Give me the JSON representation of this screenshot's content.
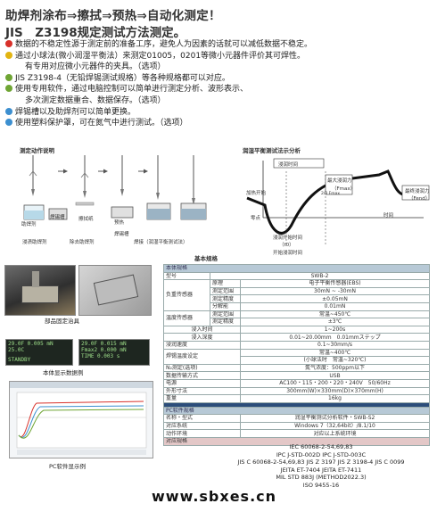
{
  "header": {
    "title_line1": "助焊剂涂布⇒擦拭⇒预热⇒自动化测定！",
    "title_line2": "JIS　Z3198规定测试方法测定。"
  },
  "colors": {
    "red": "#d8312a",
    "yellow": "#e2b411",
    "green": "#6fa534",
    "blue": "#3c8fd0",
    "navy": "#2c4d7a"
  },
  "bullets": [
    {
      "color": "red",
      "text": "数据的不稳定性源于测定前的准备工序，避免人为因素的话就可以减低数据不稳定。"
    },
    {
      "color": "yellow",
      "text": "通过小球法(微小润湿平衡法）来测定01005，0201等微小元器件评价其可焊性。",
      "cont": "有专用对应微小元器件的夹具。（选项）"
    },
    {
      "color": "green",
      "text": "JIS Z3198-4（无铅焊锡测试规格）等各种规格都可以对应。"
    },
    {
      "color": "green",
      "text": "使用专用软件，通过电脑控制可以简单进行测定分析、波形表示、",
      "cont": "多次测定数据重合、数据保存。（选项）"
    },
    {
      "color": "blue",
      "text": "焊锡槽以及助焊剂可以简单更换。"
    },
    {
      "color": "blue",
      "text": "使用塑料保护罩，可在氮气中进行测试。（选项）"
    }
  ],
  "diagram": {
    "title": "测定动作说明",
    "labels": [
      "助焊剂",
      "焊锡槽",
      "擦拭纸",
      "焊锡槽",
      "浸渍助焊剂",
      "除去助焊剂",
      "预热",
      "焊接（润湿平衡测试法）"
    ]
  },
  "curve": {
    "title": "润湿平衡测试法示分析",
    "labels": [
      "浸润时间",
      "最大浸润力",
      "（Fmax）",
      "最终浸润力",
      "（Fend）",
      "2/3 Fmax",
      "加热开始",
      "零点",
      "时间",
      "浸润开始时间",
      "（t0）",
      "开始浸润时间"
    ]
  },
  "photos": {
    "section_title": "基本规格",
    "fixture_caption": "部品固定治具",
    "display_caption": "本体显示数据例",
    "pc_caption": "PC软件显示例",
    "lcd1": [
      "29.0F  0.005 mN",
      "25.0C",
      "",
      "",
      "STANDBY"
    ],
    "lcd2": [
      "29.0F  0.015 mN",
      "Fmax2  0.000 mN",
      "TIME   0.003 s",
      "",
      ""
    ]
  },
  "spec": {
    "main_header": "本体规格",
    "model": {
      "label": "型号",
      "value": "SWB-2"
    },
    "load": {
      "label": "负重传感器",
      "rows": [
        {
          "k": "原理",
          "v": "电子平衡传感器(EBS)"
        },
        {
          "k": "测定范围",
          "v": "30mN ~ -30mN"
        },
        {
          "k": "测定精度",
          "v": "±0.05mN"
        },
        {
          "k": "分解能",
          "v": "0.01mN"
        }
      ]
    },
    "temp": {
      "label": "温度传感器",
      "rows": [
        {
          "k": "测定范围",
          "v": "常温~450℃"
        },
        {
          "k": "测定精度",
          "v": "±3℃"
        }
      ]
    },
    "dip_time": {
      "label": "浸入时间",
      "value": "1~200s"
    },
    "dip_depth": {
      "label": "浸入深度",
      "value": "0.01~20.00mm　0.01mmステップ"
    },
    "immersion_speed": {
      "label": "浸润速度",
      "value": "0.1~30mm/s"
    },
    "solder_temp": {
      "label": "焊锡温度设定",
      "value1": "常温~400℃",
      "value2": "(小球法时　常温~320℃)"
    },
    "n2": {
      "label": "N₂测定(选项)",
      "value": "氮气浓度：500ppm以下"
    },
    "output": {
      "label": "数据传输方式",
      "value": "USB"
    },
    "power": {
      "label": "电源",
      "value": "AC100・115・200・220・240V　50/60Hz"
    },
    "size": {
      "label": "外形寸法",
      "value": "300mm(W)×330mm(D)×370mm(H)"
    },
    "weight": {
      "label": "重量",
      "value": "16kg"
    },
    "software_header": "PC软件规格",
    "name": {
      "label": "名称・型式",
      "value": "润湿平衡测试分析软件・SWB-S2"
    },
    "os": {
      "label": "对应系统",
      "value": "Windows 7（32,64bit）/8.1/10"
    },
    "env": {
      "label": "动作环境",
      "value": "对应以上系统环境"
    },
    "compliance_header": "对应规格"
  },
  "standards": [
    "IEC 60068-2-54,69,83",
    "IPC J-STD-002D IPC J-STD-003C",
    "JIS C 60068-2-54,69,83 JIS Z 3197 JIS Z 3198-4 JIS C 0099",
    "JEITA ET-7404 JEITA ET-7411",
    "MIL STD 883J (METHOD2022.3)",
    "ISO 9455-16"
  ],
  "footer": {
    "website": "www.sbxes.cn"
  }
}
